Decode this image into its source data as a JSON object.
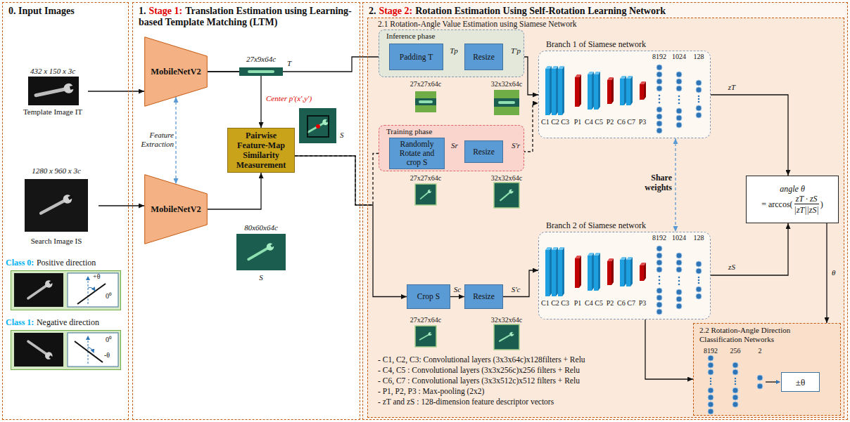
{
  "diagram": {
    "nodes": [
      {
        "text": [
          "0. Input Images"
        ]
      },
      {
        "text": [
          "432 x 150 x 3c",
          "Template Image IT"
        ],
        "in": 0
      },
      {
        "text": [
          "1280 x 960 x 3c",
          "Search Image IS"
        ],
        "in": 0
      },
      {
        "text": [
          "Class 0:",
          "Positive direction"
        ],
        "in": 0
      },
      {
        "text": [
          "Class 1:",
          "Negative direction"
        ],
        "in": 0
      },
      {
        "text": [
          "1.",
          "Stage 1:",
          "Translation Estimation using Learning-based Template Matching (LTM)"
        ]
      },
      {
        "text": [
          "MobileNetV2"
        ],
        "in": 5
      },
      {
        "text": [
          "MobileNetV2"
        ],
        "in": 5
      },
      {
        "text": [
          "Pairwise Feature-Map Similarity Measurement"
        ],
        "in": 5
      },
      {
        "text": [
          "2.",
          "Stage 2:",
          "Rotation Estimation Using Self-Rotation Learning Network"
        ]
      },
      {
        "text": [
          "2.1 Rotation-Angle Value Estimation using Siamese Network"
        ],
        "in": 9
      },
      {
        "text": [
          "Inference phase"
        ],
        "in": 10
      },
      {
        "text": [
          "Padding T"
        ],
        "in": 11
      },
      {
        "text": [
          "Resize"
        ],
        "in": 11
      },
      {
        "text": [
          "Training phase"
        ],
        "in": 10
      },
      {
        "text": [
          "Randomly Rotate and crop S"
        ],
        "in": 14
      },
      {
        "text": [
          "Resize"
        ],
        "in": 14
      },
      {
        "text": [
          "Crop S"
        ],
        "in": 10
      },
      {
        "text": [
          "Resize"
        ],
        "in": 10
      },
      {
        "text": [
          "Branch 1 of Siamese network"
        ],
        "in": 10
      },
      {
        "text": [
          "Branch 2 of Siamese network"
        ],
        "in": 10
      },
      {
        "text": [
          "angle θ",
          "= arccos(",
          "zT · zS",
          "|zT||zS|",
          ")"
        ],
        "in": 10
      },
      {
        "text": [
          "2.2 Rotation-Angle Direction Classification Networks"
        ],
        "in": 10
      },
      {
        "text": [
          "±θ"
        ],
        "in": 22
      }
    ],
    "edges": [
      {
        "from": 1,
        "to": 6,
        "arrow": "to"
      },
      {
        "from": 2,
        "to": 7,
        "arrow": "to"
      },
      {
        "from": 6,
        "to": 7,
        "arrow": "both",
        "label": "Feature Extraction"
      },
      {
        "from": 6,
        "to": 8,
        "arrow": "to"
      },
      {
        "from": 6,
        "to": 12,
        "arrow": "to"
      },
      {
        "from": 7,
        "to": 8,
        "arrow": "to"
      },
      {
        "from": 8,
        "to": 15,
        "arrow": "to"
      },
      {
        "from": 8,
        "to": 17,
        "arrow": "to"
      },
      {
        "from": 12,
        "to": 13,
        "arrow": "to",
        "label": "Tp"
      },
      {
        "from": 15,
        "to": 16,
        "arrow": "to",
        "label": "Sr"
      },
      {
        "from": 17,
        "to": 18,
        "arrow": "to",
        "label": "Sc"
      },
      {
        "from": 13,
        "to": 19,
        "arrow": "to",
        "label": "T'p"
      },
      {
        "from": 16,
        "to": 19,
        "arrow": "to",
        "label": "S'r"
      },
      {
        "from": 18,
        "to": 20,
        "arrow": "to",
        "label": "S'c"
      },
      {
        "from": 19,
        "to": 20,
        "arrow": "both",
        "label": "Share weights"
      },
      {
        "from": 19,
        "to": 21,
        "arrow": "to",
        "label": "zT"
      },
      {
        "from": 20,
        "to": 21,
        "arrow": "to",
        "label": "zS"
      },
      {
        "from": 21,
        "to": 22,
        "arrow": "to",
        "label": "θ"
      },
      {
        "from": 20,
        "to": 22,
        "arrow": "to"
      }
    ],
    "labels": [
      "+θ",
      "0⁰",
      "-θ",
      "0⁰",
      "27x9x64c",
      "T",
      "Center p'(x',y')",
      "S",
      "80x60x64c",
      "S",
      "27x27x64c",
      "32x32x64c",
      "27x27x64c",
      "32x32x64c",
      "27x27x64c",
      "32x32x64c",
      "8192",
      "1024",
      "128",
      "C1 C2 C3",
      "P1",
      "C4 C5",
      "P2",
      "C6 C7",
      "P3",
      "8192",
      "1024",
      "128",
      "C1 C2 C3",
      "P1",
      "C4 C5",
      "P2",
      "C6 C7",
      "P3",
      "- C1, C2, C3: Convolutional layers (3x3x64c)x128filters + Relu",
      "- C4, C5 : Convolutional layers (3x3x256c)x256 filters + Relu",
      "- C6, C7 : Convolutional layers (3x3x512c)x512 filters + Relu",
      "- P1, P2, P3 : Max-pooling (2x2)",
      "- zT and zS : 128-dimension feature descriptor vectors",
      "8192",
      "256",
      "2"
    ]
  }
}
